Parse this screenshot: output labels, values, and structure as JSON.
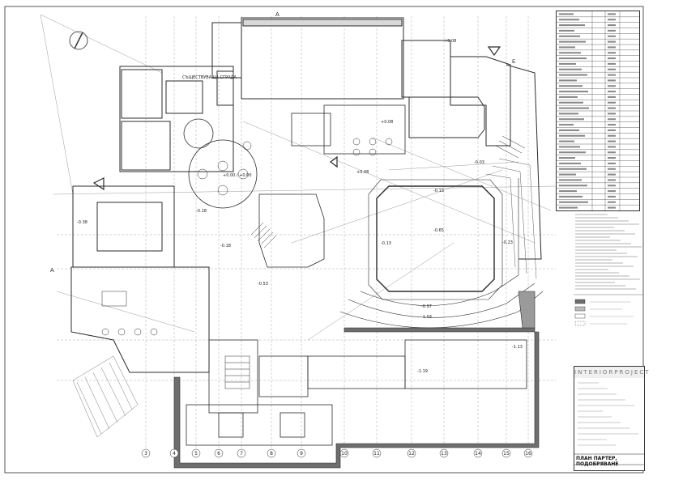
{
  "drawing": {
    "sheet_title": "ПЛАН ПАРТЕР, ПОДОБРЯВАНЕ",
    "firm_name": "INTERIORPROJECT",
    "section_marks": {
      "a_top": "A",
      "a_left": "A",
      "b_label": "Б"
    },
    "room_labels": {
      "existing_building": "СЪЩЕСТВУВАЩА СГРАДА"
    },
    "elevations": [
      "+0.00 / +0.00",
      "+0.08",
      "+0.08",
      "+0.08",
      "-0.03",
      "-0.13",
      "-0.13",
      "-0.23",
      "-0.18",
      "-0.18",
      "-0.38",
      "-0.53",
      "-0.65",
      "-0.97",
      "-1.03",
      "-1.13",
      "-1.19"
    ],
    "grid_numbers": [
      "3",
      "4",
      "5",
      "6",
      "7",
      "8",
      "9",
      "10",
      "11",
      "12",
      "13",
      "14",
      "15",
      "16"
    ],
    "schedule_rows": 36,
    "legend_items": 4
  },
  "colors": {
    "line": "#2b2b2b",
    "wall_fill": "#6e6e6e",
    "light_line": "#9a9a9a",
    "paper": "#ffffff"
  },
  "icons": {
    "north_arrow": "north-arrow-icon",
    "section_marker": "section-triangle-icon"
  }
}
